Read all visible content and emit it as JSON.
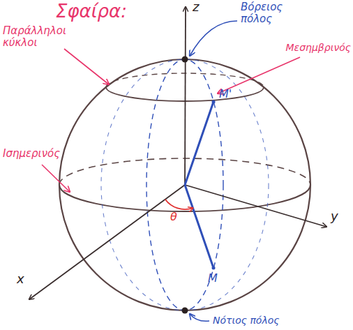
{
  "diagram": {
    "title": "Σφαίρα:",
    "labels": [
      "Παράλληλοι κύκλοι",
      "Βόρειος πόλος",
      "Μεσημβρινός",
      "Ισημερινός",
      "Νότιος πόλος",
      "z",
      "y",
      "x",
      "θ",
      "M",
      "M'"
    ]
  }
}
